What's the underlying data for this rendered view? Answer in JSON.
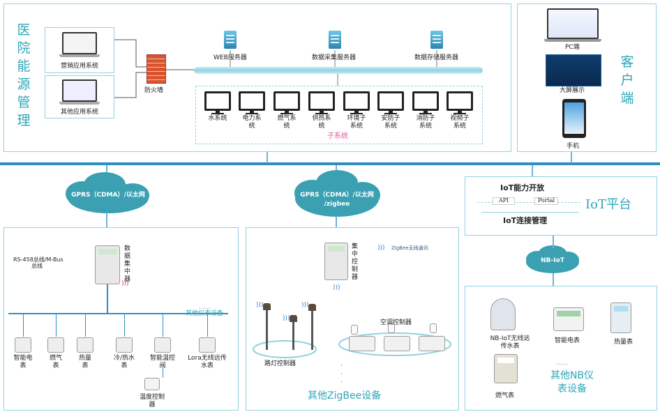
{
  "hospital": {
    "title_chars": [
      "医",
      "院",
      "能",
      "源",
      "管",
      "理"
    ],
    "sales_system": "营销应用系统",
    "other_system": "其他应用系统",
    "firewall": "防火墙",
    "servers": [
      "WEB服务器",
      "数据采集服务器",
      "数据存储服务器"
    ],
    "subsystems": [
      [
        "水系统"
      ],
      [
        "电力系",
        "统"
      ],
      [
        "燃气系",
        "统"
      ],
      [
        "供热系",
        "统"
      ],
      [
        "环境子",
        "系统"
      ],
      [
        "安防子",
        "系统"
      ],
      [
        "消防子",
        "系统"
      ],
      [
        "视频子",
        "系统"
      ]
    ],
    "subsystems_label": "子系统"
  },
  "client": {
    "title_chars": [
      "客",
      "户",
      "端"
    ],
    "pc": "PC端",
    "big_screen": "大屏展示",
    "phone": "手机"
  },
  "networks": {
    "left": "GPRS（CDMA）/以太网",
    "middle_line1": "GPRS（CDMA）/以太网",
    "middle_line2": "/zigbee",
    "nbiot": "NB-IoT"
  },
  "iot": {
    "open": "IoT能力开放",
    "api": "API",
    "portal": "Portal",
    "manage": "IoT连接管理",
    "platform": "IoT平台"
  },
  "left_panel": {
    "bus_line1": "RS-458总线/M-Bus",
    "bus_line2": "总线",
    "concentrator": [
      "数",
      "据",
      "集",
      "中",
      "器"
    ],
    "other_meters_dots": "......",
    "other_meters": "其他仪表设备",
    "devices": [
      [
        "智能电",
        "表"
      ],
      [
        "燃气",
        "表"
      ],
      [
        "热量",
        "表"
      ],
      [
        "冷/热水",
        "表"
      ],
      [
        "智能温控",
        "阀"
      ],
      [
        "Lora无线远传",
        "水表"
      ]
    ],
    "thermostat": [
      "温度控制",
      "器"
    ]
  },
  "middle_panel": {
    "controller": [
      "集",
      "中",
      "控",
      "制",
      "器"
    ],
    "zigbee_comm": "ZigBee无线通讯",
    "ac": "空调控制器",
    "street": "路灯控制器",
    "other": "其他ZigBee设备",
    "dots": "·\n·\n·"
  },
  "right_panel": {
    "nb_water": [
      "NB-IoT无线远",
      "传水表"
    ],
    "smart_meter": "智能电表",
    "heat_meter": "热量表",
    "gas_meter": "燃气表",
    "dots": "......",
    "other_nb": [
      "其他NB仪",
      "表设备"
    ]
  },
  "colors": {
    "accent": "#2fa6b8",
    "pipe": "#8fd3df",
    "cloud": "#3aa0b2",
    "bus": "#2e8ec0"
  }
}
